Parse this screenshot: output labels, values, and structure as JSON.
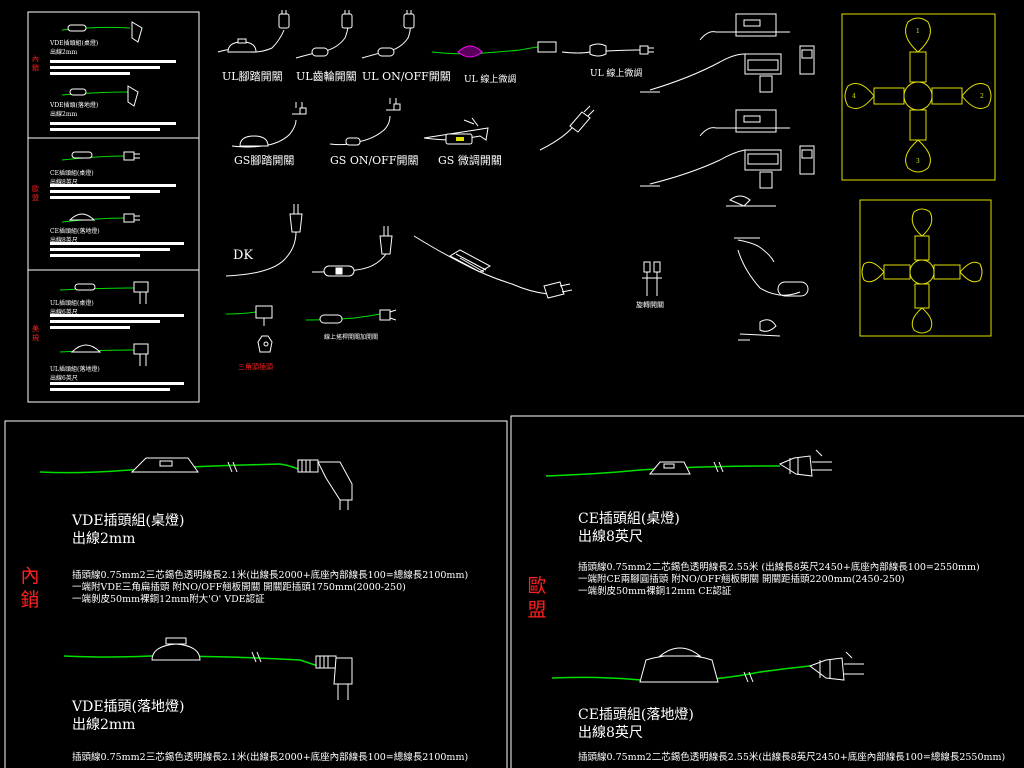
{
  "colors": {
    "background": "#000000",
    "line": "#ffffff",
    "cable": "#00e000",
    "highlight": "#ff00ff",
    "region_text": "#ff2020",
    "pendant": "#e0e000"
  },
  "top_left_sheet": {
    "region_labels": [
      "內銷",
      "歐盟",
      "美規"
    ],
    "captions": [
      "VDE插頭組(桌燈)\n出線2mm",
      "VDE插頭(落地燈)\n出線2mm",
      "CE插頭組(桌燈)\n出線8英尺",
      "CE插頭組(落地燈)\n出線8英尺",
      "UL插頭組(桌燈)\n出線6英尺",
      "UL插頭組(落地燈)\n出線6英尺"
    ]
  },
  "switch_labels": {
    "ul_foot": "UL腳踏開關",
    "ul_gear": "UL齒輪開關",
    "ul_onoff": "UL ON/OFF開關",
    "ul_inline_dimmer": "UL 線上微調",
    "ul_dimmer": "UL 線上微調",
    "gs_foot": "GS腳踏開關",
    "gs_onoff": "GS ON/OFF開關",
    "gs_dimmer": "GS 微調開關",
    "dk": "DK",
    "rotary": "旋轉開關",
    "inline_rocker": "線上搖桿開關加開關",
    "triangle_plug": "三角頭插頭"
  },
  "sheets": [
    {
      "region": "內銷",
      "products": [
        {
          "title": "VDE插頭組(桌燈)",
          "subtitle": "出線2mm",
          "lines": [
            "插頭線0.75mm2三芯錫色透明線長2.1米(出線長2000+底座內部線長100=總線長2100mm)",
            "一端附VDE三角扁插頭 附NO/OFF翹板開關 開關距插頭1750mm(2000-250)",
            "一端剝皮50mm裸銅12mm附大'O' VDE認証"
          ]
        },
        {
          "title": "VDE插頭(落地燈)",
          "subtitle": "出線2mm",
          "lines": [
            "插頭線0.75mm2三芯錫色透明線長2.1米(出線長2000+底座內部線長100=總線長2100mm)"
          ]
        }
      ]
    },
    {
      "region": "歐盟",
      "products": [
        {
          "title": "CE插頭組(桌燈)",
          "subtitle": "出線8英尺",
          "lines": [
            "插頭線0.75mm2二芯錫色透明線長2.55米 (出線長8英尺2450+底座內部線長100=2550mm)",
            "一端附CE兩腳圓插頭 附NO/OFF翹板開關 開關距插頭2200mm(2450-250)",
            "一端剝皮50mm裸銅12mm CE認証"
          ]
        },
        {
          "title": "CE插頭組(落地燈)",
          "subtitle": "出線8英尺",
          "lines": [
            "插頭線0.75mm2二芯錫色透明線長2.55米(出線長8英尺2450+底座內部線長100=總線長2550mm)"
          ]
        }
      ]
    }
  ],
  "pendant_numbers": [
    "1",
    "2",
    "3",
    "4"
  ]
}
